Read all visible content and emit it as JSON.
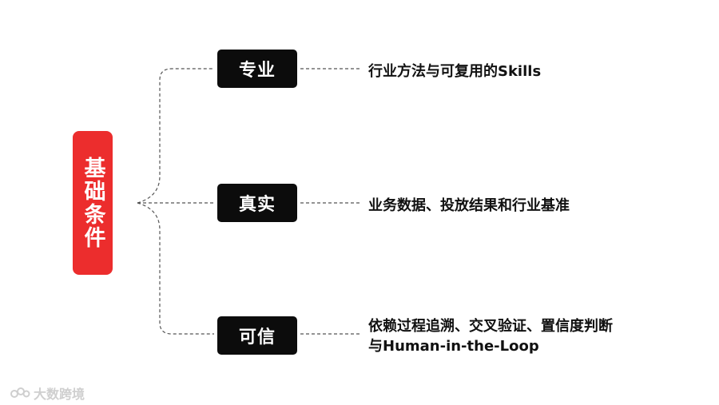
{
  "root": {
    "label": "基础条件",
    "color": "#ec2d2d"
  },
  "branches": [
    {
      "label": "专业",
      "description": [
        "行业方法与可复用的Skills"
      ]
    },
    {
      "label": "真实",
      "description": [
        "业务数据、投放结果和行业基准"
      ]
    },
    {
      "label": "可信",
      "description": [
        "依赖过程追溯、交叉验证、置信度判断",
        "与Human-in-the-Loop"
      ]
    }
  ],
  "watermark": {
    "text": "大数跨境",
    "icon": "brand-logo-icon"
  }
}
